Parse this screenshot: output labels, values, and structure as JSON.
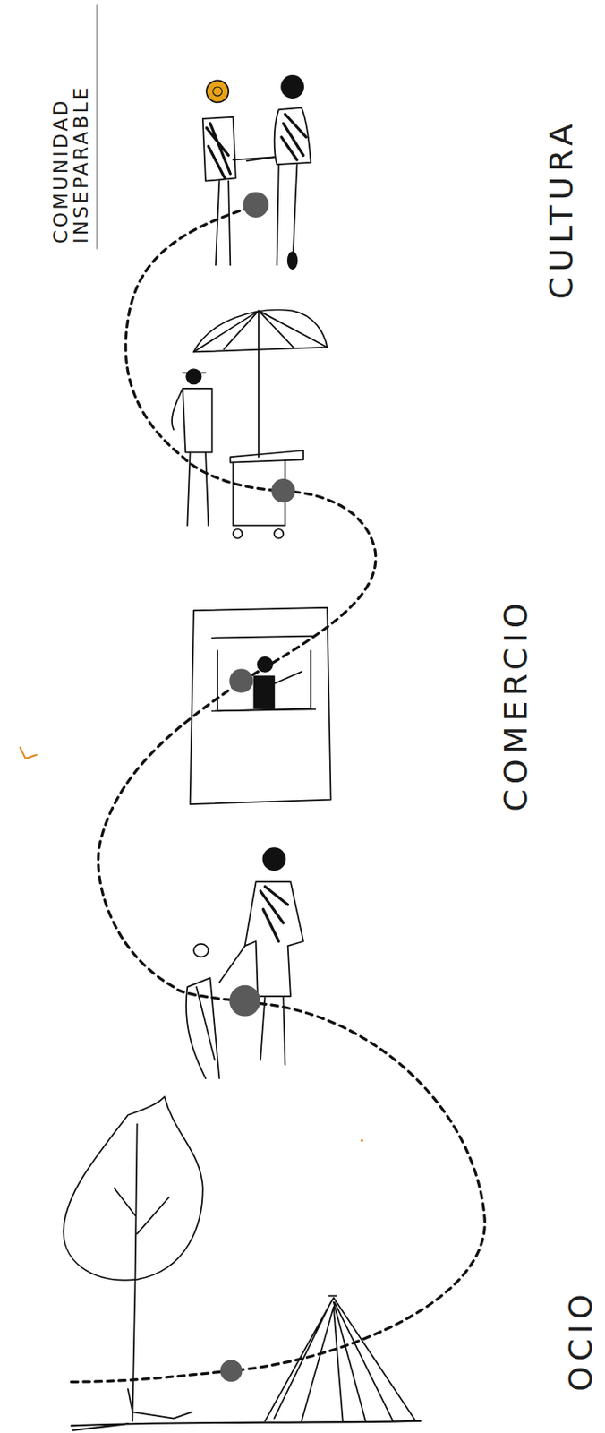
{
  "diagram": {
    "title": "COMUNIDAD INSEPARABLE",
    "labels": [
      "CULTURA",
      "COMERCIO",
      "OCIO"
    ]
  }
}
